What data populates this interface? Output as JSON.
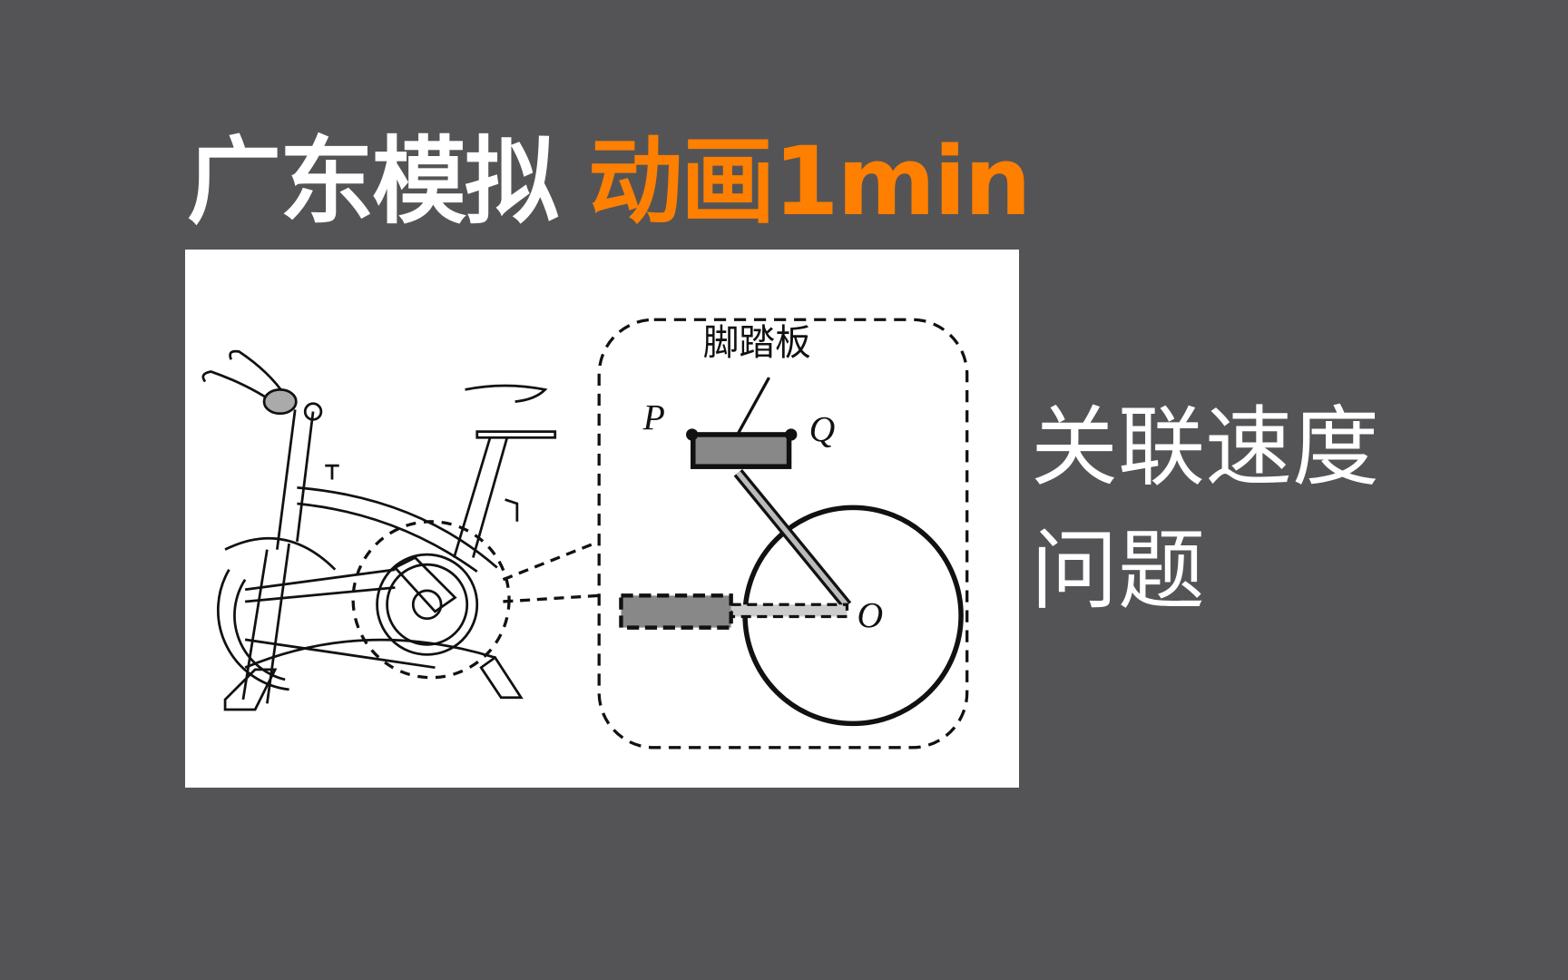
{
  "title": {
    "part1": "广东模拟 ",
    "part2": "动画1min",
    "part1_color": "#ffffff",
    "part2_color": "#ff7f00"
  },
  "figure": {
    "label_pedal": "脚踏板",
    "label_p": "P",
    "label_q": "Q",
    "label_o": "O"
  },
  "subtitle": {
    "line1": "关联速度",
    "line2": "问题"
  },
  "colors": {
    "background": "#545456",
    "panel": "#ffffff"
  }
}
